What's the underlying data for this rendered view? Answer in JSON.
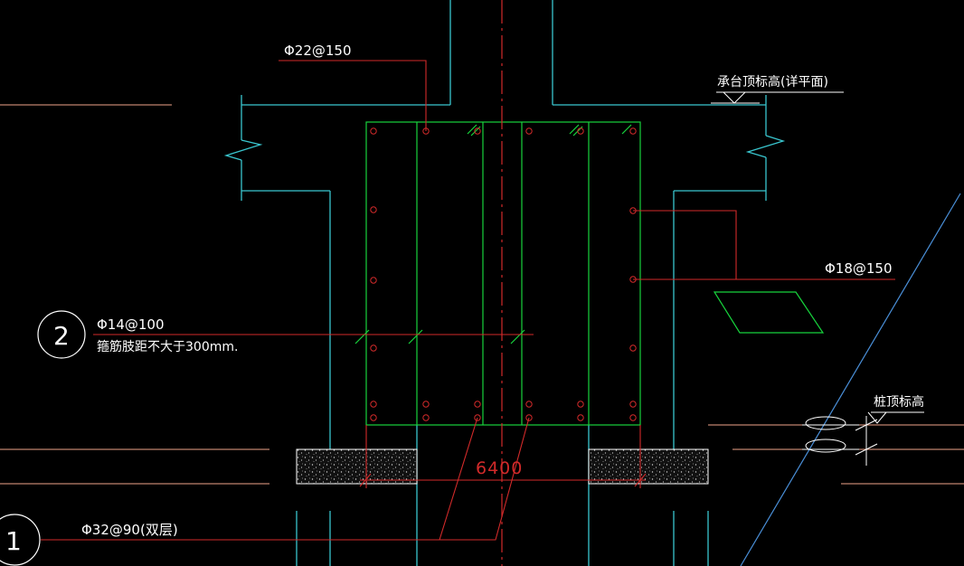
{
  "colors": {
    "background": "#000000",
    "concrete_outline": "#39c6cf",
    "rebar_green": "#17d33c",
    "rebar_red": "#d22a2a",
    "centerline": "#d22a2a",
    "leader": "#d22a2a",
    "text": "#ffffff",
    "reference_line": "#f0a58a",
    "diagonal_line": "#4a8fd8"
  },
  "annotations": {
    "top_rebar": "Φ22@150",
    "cap_top_elevation": "承台顶标高(详平面)",
    "side_rebar": "Φ18@150",
    "stirrup_spec": "Φ14@100",
    "stirrup_note": "箍筋肢距不大于300mm.",
    "pile_top_elevation": "桩顶标高",
    "bottom_rebar": "Φ32@90(双层)",
    "dimension": "6400"
  },
  "section_marks": {
    "mark_2": "2",
    "mark_1": "1"
  }
}
